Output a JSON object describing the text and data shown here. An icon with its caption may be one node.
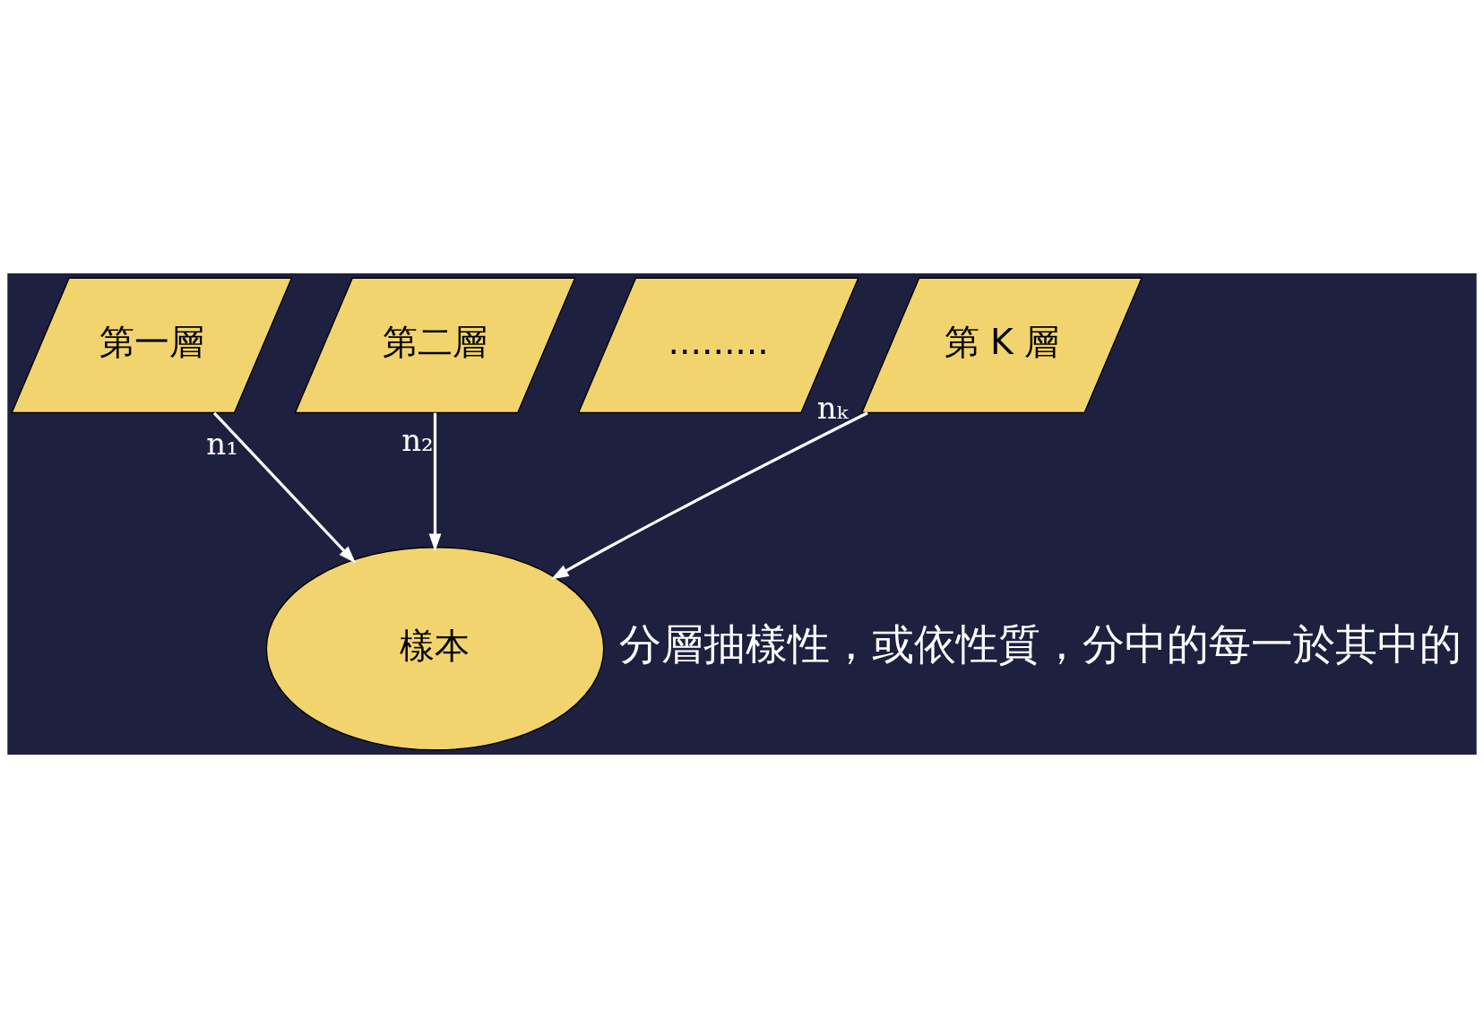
{
  "diagram": {
    "nodes": [
      {
        "text": [
          "第一層"
        ]
      },
      {
        "text": [
          "第二層"
        ]
      },
      {
        "text": [
          "........."
        ]
      },
      {
        "text": [
          "第 K 層"
        ]
      },
      {
        "text": [
          "樣本"
        ]
      }
    ],
    "edges": [
      {
        "from": 0,
        "to": 4,
        "arrow": "to",
        "label": "n₁"
      },
      {
        "from": 1,
        "to": 4,
        "arrow": "to",
        "label": "n₂"
      },
      {
        "from": 3,
        "to": 4,
        "arrow": "to",
        "label": "nₖ"
      }
    ],
    "labels": [
      "分層抽樣性，或依性質，分中的每一於其中的"
    ]
  }
}
